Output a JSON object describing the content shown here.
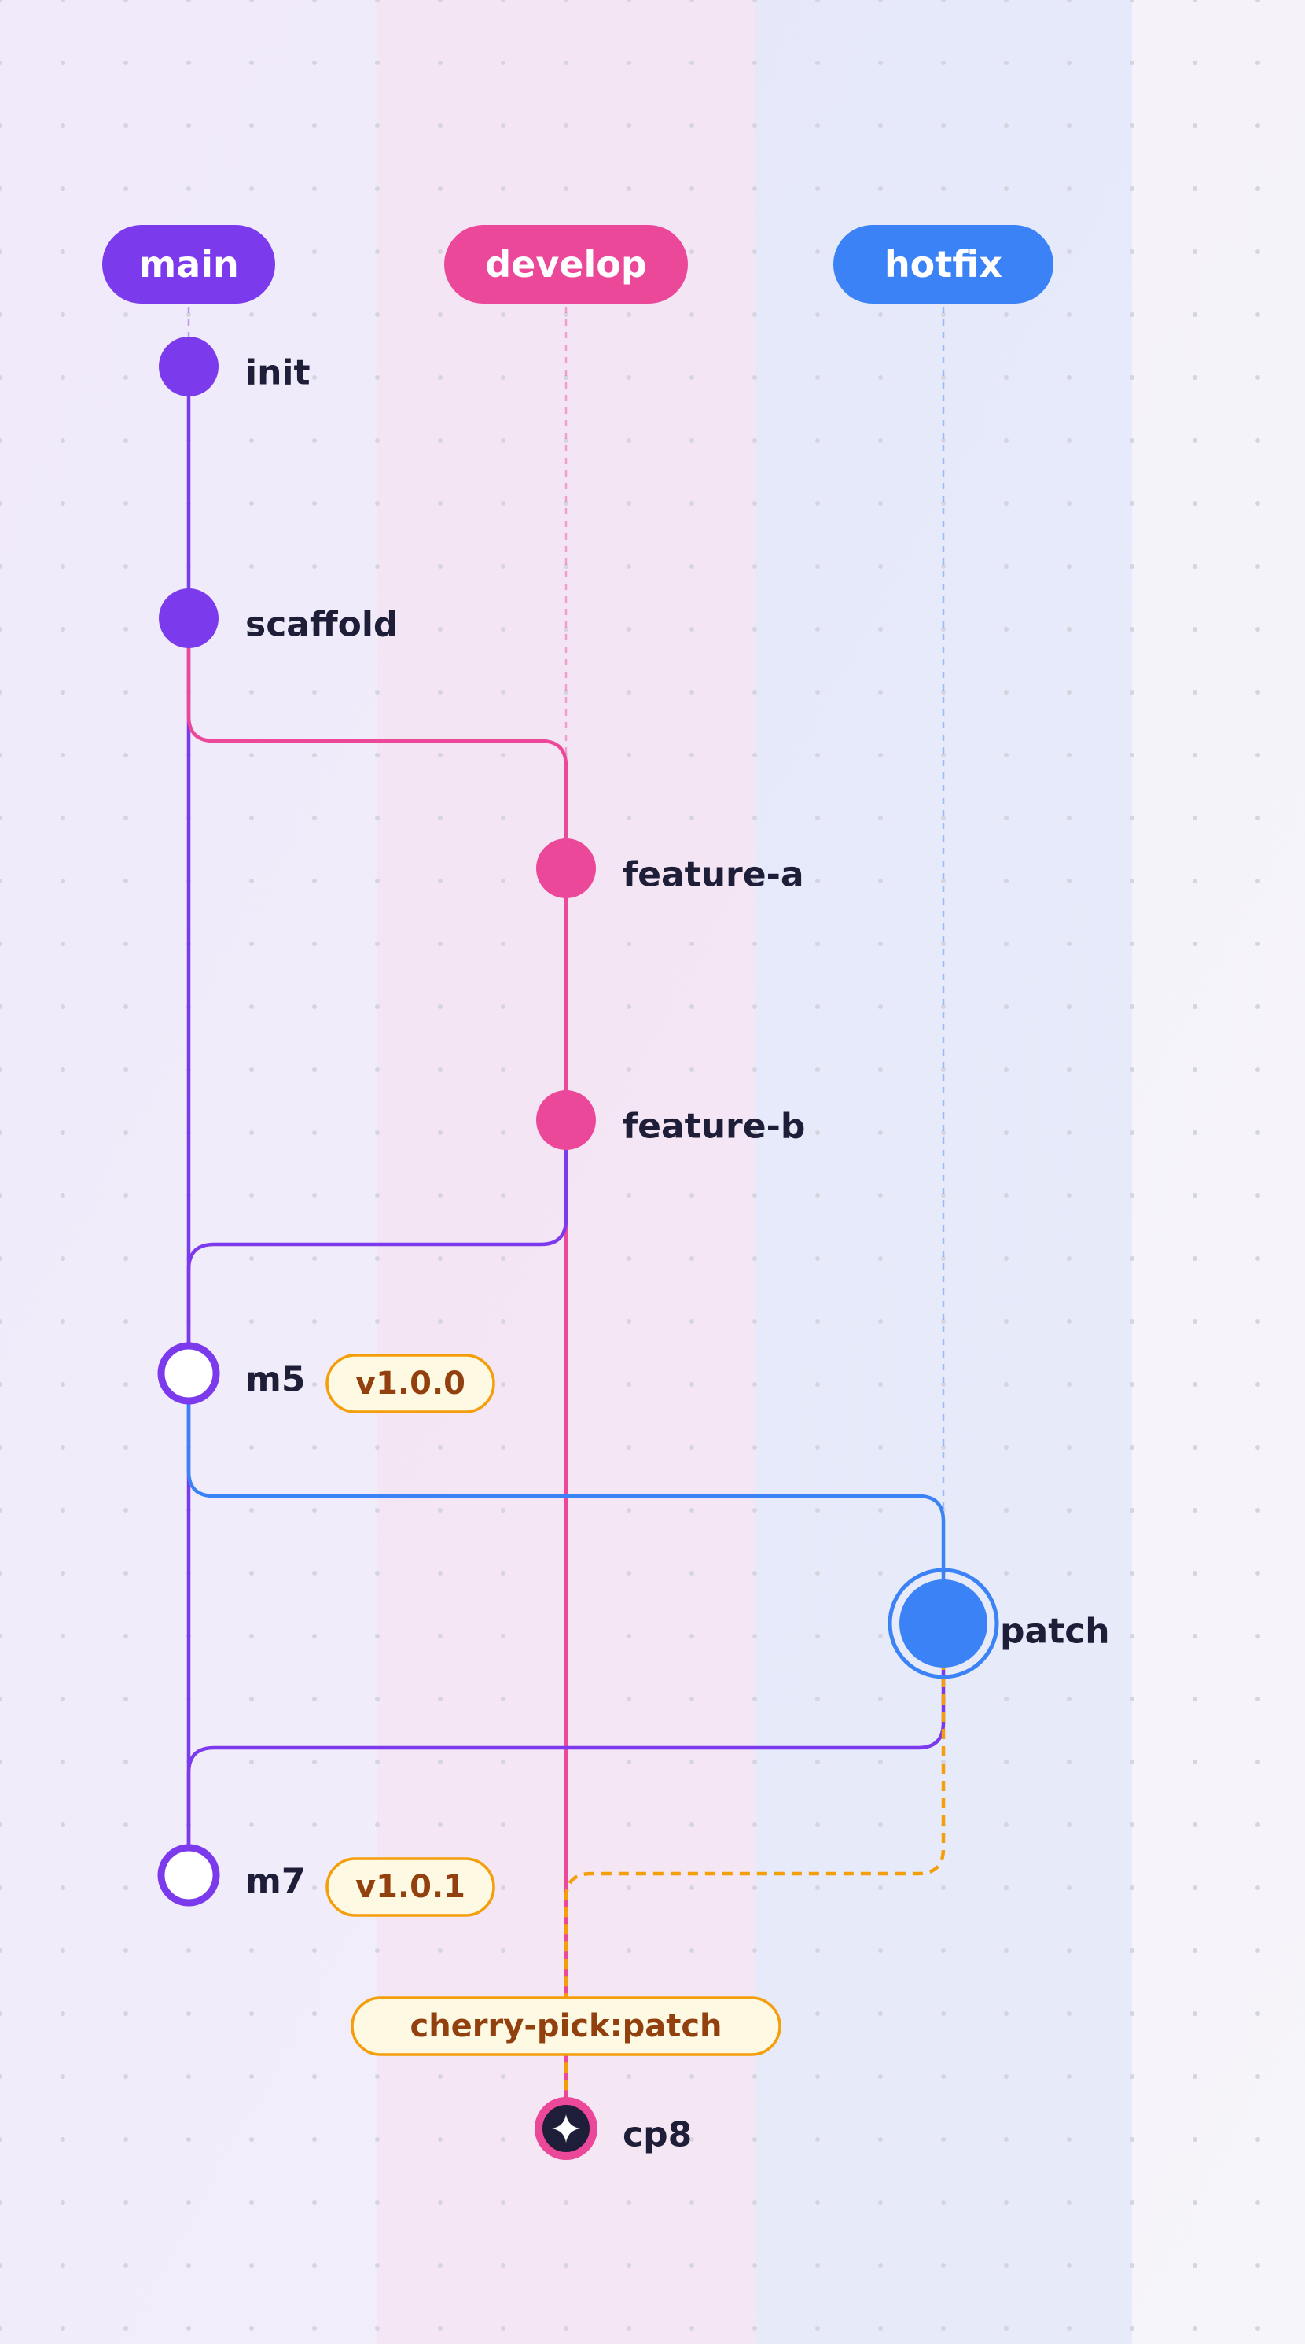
{
  "colors": {
    "main": "#7c3aed",
    "develop": "#ec4899",
    "hotfix": "#3b82f6",
    "cherry_pick": "#f59e0b",
    "tag_text": "#92400e",
    "tag_fill": "#fef9e3",
    "label_text": "#1e1e38"
  },
  "branches": [
    {
      "id": "main",
      "label": "main"
    },
    {
      "id": "develop",
      "label": "develop"
    },
    {
      "id": "hotfix",
      "label": "hotfix"
    }
  ],
  "commits": [
    {
      "id": "init",
      "label": "init",
      "branch": "main",
      "style": "filled"
    },
    {
      "id": "scaffold",
      "label": "scaffold",
      "branch": "main",
      "style": "filled"
    },
    {
      "id": "feature-a",
      "label": "feature-a",
      "branch": "develop",
      "style": "filled"
    },
    {
      "id": "feature-b",
      "label": "feature-b",
      "branch": "develop",
      "style": "filled"
    },
    {
      "id": "m5",
      "label": "m5",
      "branch": "main",
      "style": "merge",
      "tag": "v1.0.0"
    },
    {
      "id": "patch",
      "label": "patch",
      "branch": "hotfix",
      "style": "highlight"
    },
    {
      "id": "m7",
      "label": "m7",
      "branch": "main",
      "style": "merge",
      "tag": "v1.0.1"
    },
    {
      "id": "cp8",
      "label": "cp8",
      "branch": "develop",
      "style": "cherry-pick",
      "tag": "cherry-pick:patch",
      "icon": "star-icon"
    }
  ]
}
